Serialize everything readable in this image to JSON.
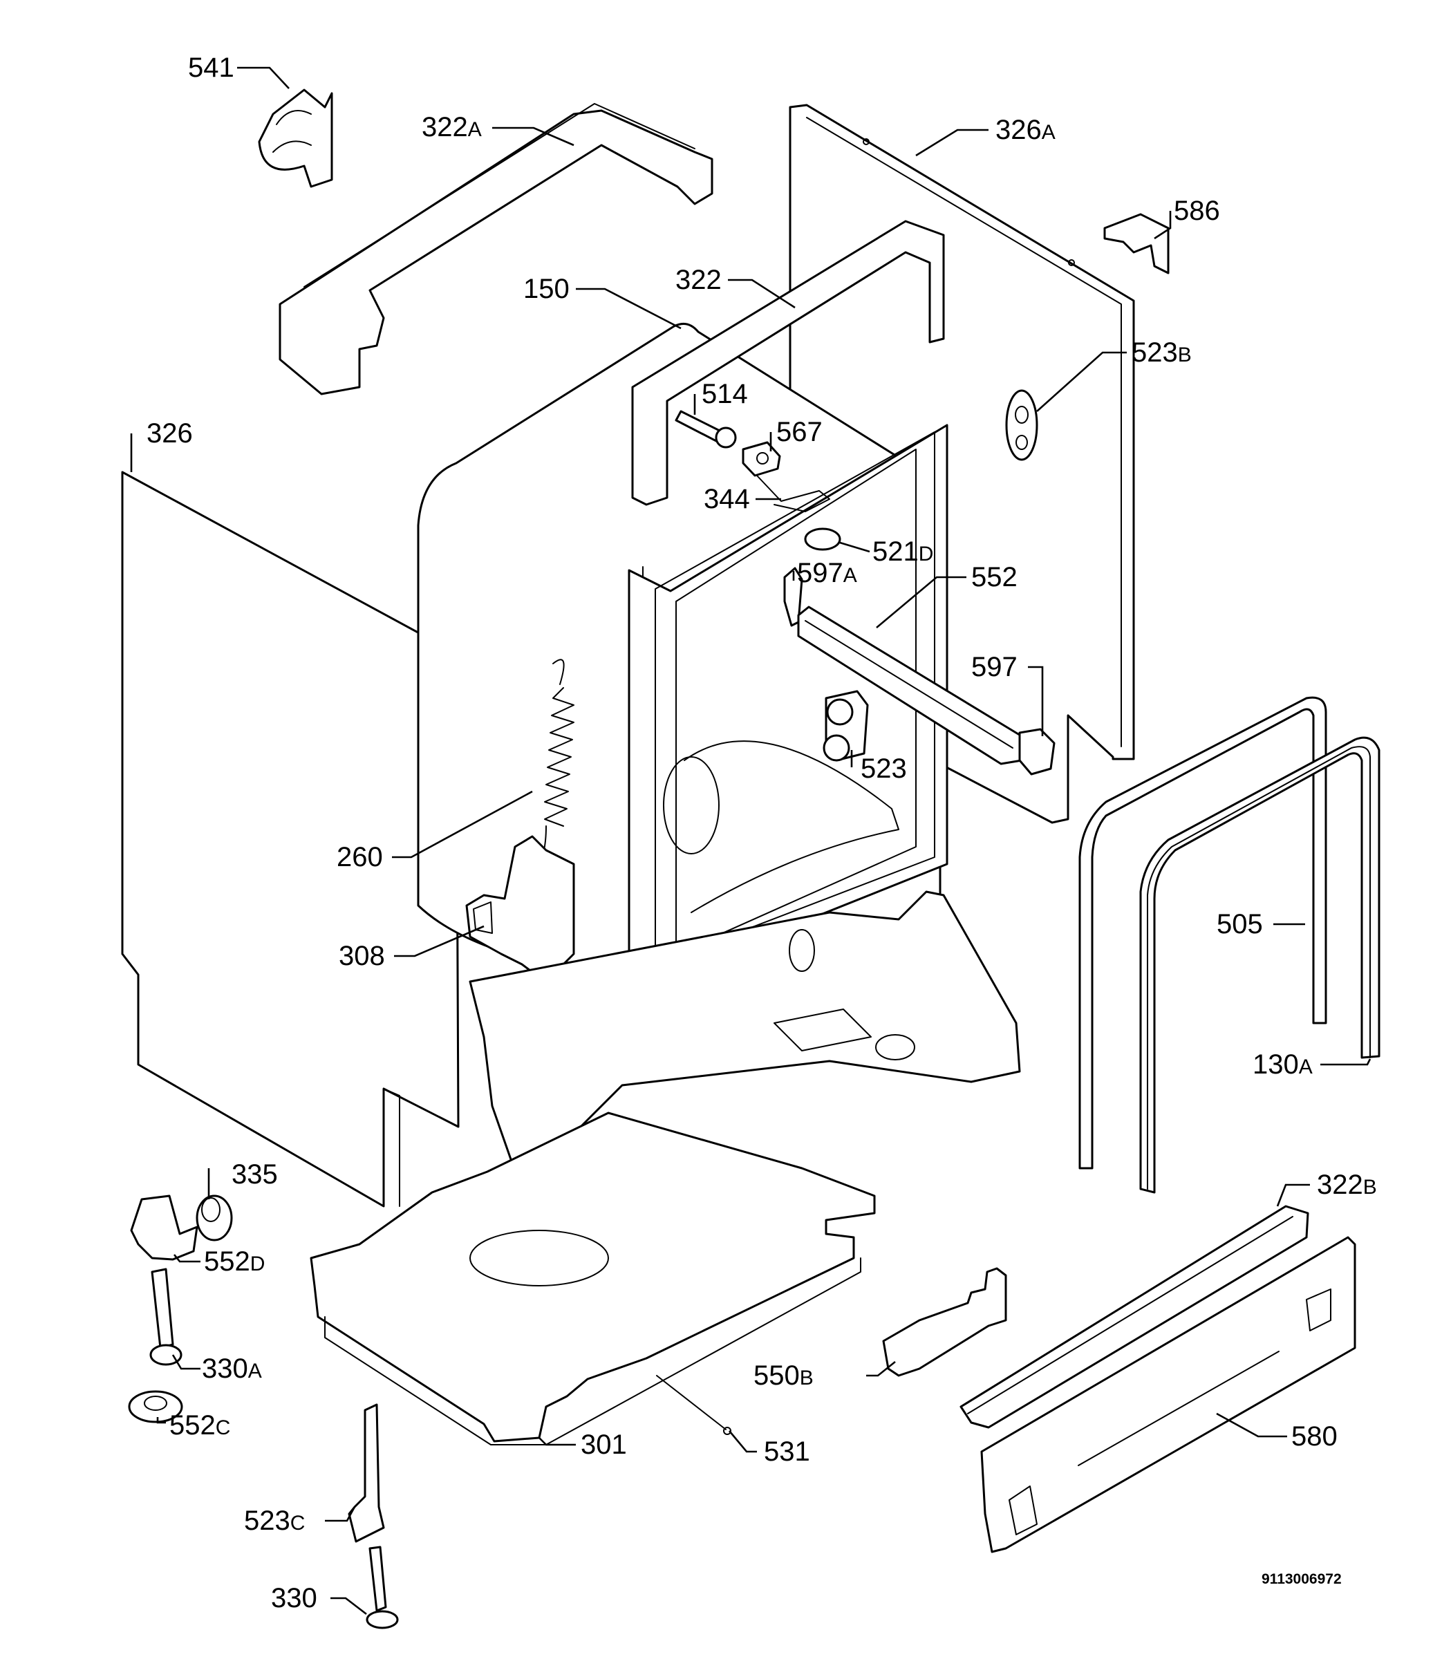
{
  "diagram": {
    "document_number": "9113006972",
    "callouts": [
      {
        "id": "541",
        "number": "541",
        "suffix": ""
      },
      {
        "id": "322A",
        "number": "322",
        "suffix": "A"
      },
      {
        "id": "326A",
        "number": "326",
        "suffix": "A"
      },
      {
        "id": "586",
        "number": "586",
        "suffix": ""
      },
      {
        "id": "150",
        "number": "150",
        "suffix": ""
      },
      {
        "id": "322",
        "number": "322",
        "suffix": ""
      },
      {
        "id": "523B",
        "number": "523",
        "suffix": "B"
      },
      {
        "id": "514",
        "number": "514",
        "suffix": ""
      },
      {
        "id": "326",
        "number": "326",
        "suffix": ""
      },
      {
        "id": "567",
        "number": "567",
        "suffix": ""
      },
      {
        "id": "344",
        "number": "344",
        "suffix": ""
      },
      {
        "id": "521D",
        "number": "521",
        "suffix": "D"
      },
      {
        "id": "597A",
        "number": "597",
        "suffix": "A"
      },
      {
        "id": "552",
        "number": "552",
        "suffix": ""
      },
      {
        "id": "597",
        "number": "597",
        "suffix": ""
      },
      {
        "id": "523",
        "number": "523",
        "suffix": ""
      },
      {
        "id": "260",
        "number": "260",
        "suffix": ""
      },
      {
        "id": "505",
        "number": "505",
        "suffix": ""
      },
      {
        "id": "308",
        "number": "308",
        "suffix": ""
      },
      {
        "id": "130A",
        "number": "130",
        "suffix": "A"
      },
      {
        "id": "335",
        "number": "335",
        "suffix": ""
      },
      {
        "id": "322B",
        "number": "322",
        "suffix": "B"
      },
      {
        "id": "552D",
        "number": "552",
        "suffix": "D"
      },
      {
        "id": "330A",
        "number": "330",
        "suffix": "A"
      },
      {
        "id": "550B",
        "number": "550",
        "suffix": "B"
      },
      {
        "id": "552C",
        "number": "552",
        "suffix": "C"
      },
      {
        "id": "580",
        "number": "580",
        "suffix": ""
      },
      {
        "id": "301",
        "number": "301",
        "suffix": ""
      },
      {
        "id": "531",
        "number": "531",
        "suffix": ""
      },
      {
        "id": "523C",
        "number": "523",
        "suffix": "C"
      },
      {
        "id": "330",
        "number": "330",
        "suffix": ""
      }
    ]
  }
}
